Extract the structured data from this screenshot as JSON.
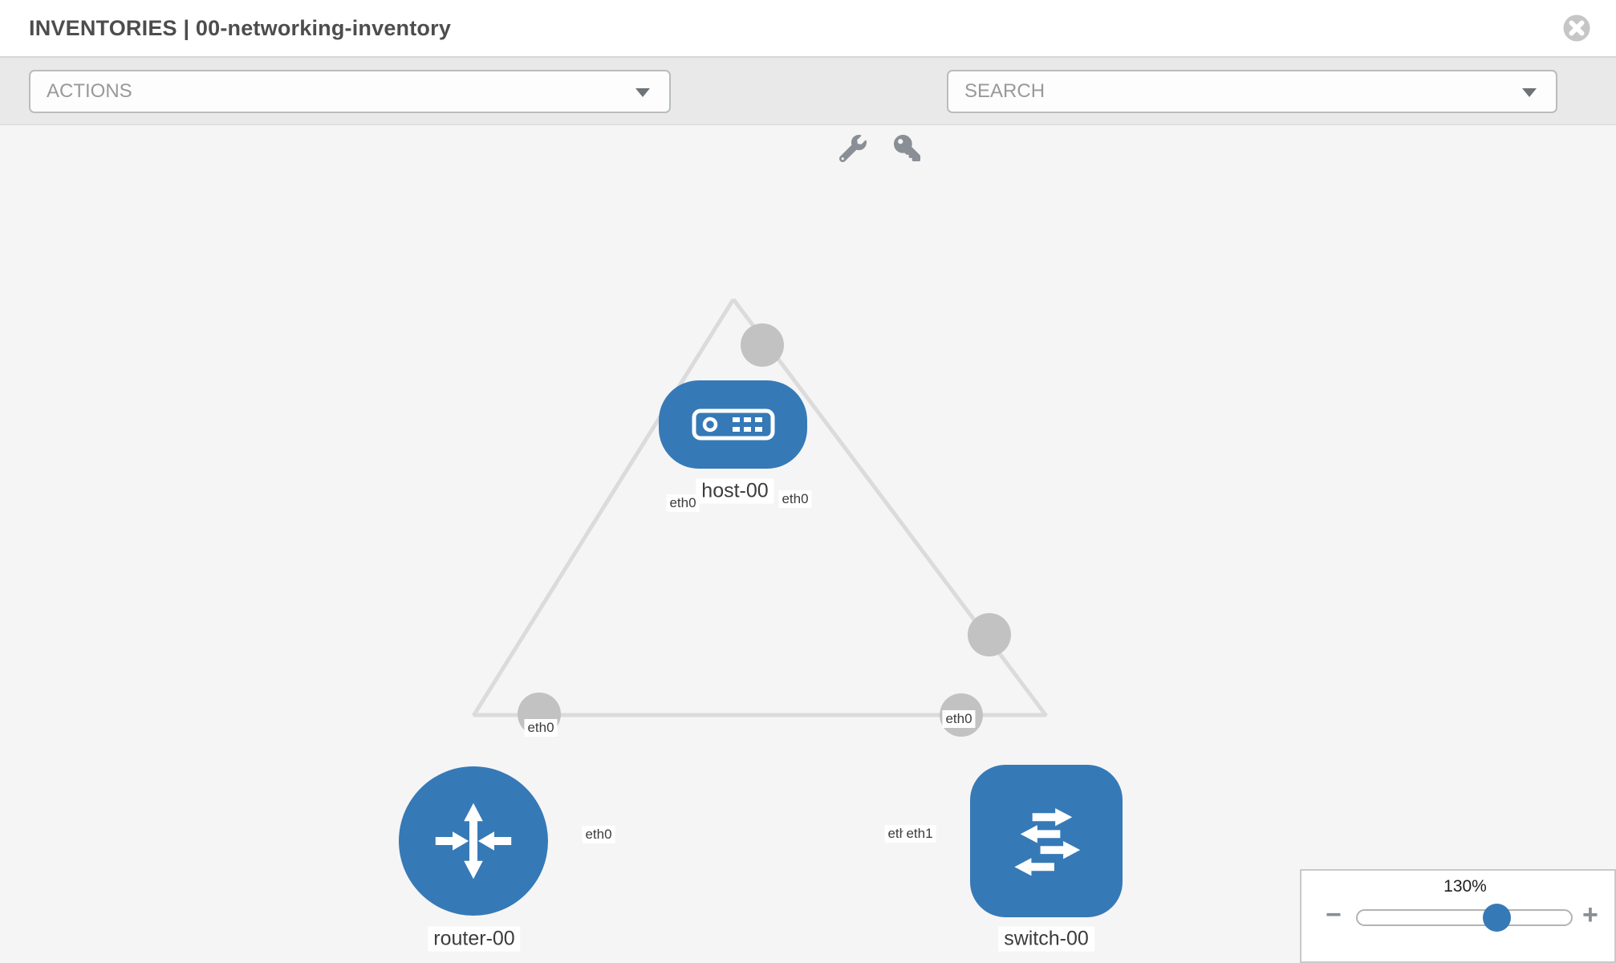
{
  "header": {
    "title": "INVENTORIES | 00-networking-inventory",
    "close_icon": "x-circle"
  },
  "toolbar": {
    "actions_placeholder": "ACTIONS",
    "search_placeholder": "SEARCH",
    "tool_icons": [
      "wrench-icon",
      "key-icon"
    ]
  },
  "topology": {
    "nodes": [
      {
        "id": "host-00",
        "label": "host-00",
        "type": "host",
        "icon": "server-icon"
      },
      {
        "id": "router-00",
        "label": "router-00",
        "type": "router",
        "icon": "router-arrows-icon"
      },
      {
        "id": "switch-00",
        "label": "switch-00",
        "type": "switch",
        "icon": "switch-arrows-icon"
      }
    ],
    "links": [
      {
        "source": "host-00",
        "target": "router-00",
        "source_interface": "eth0",
        "target_interface": "eth0"
      },
      {
        "source": "host-00",
        "target": "switch-00",
        "source_interface": "eth0",
        "target_interface": "eth0"
      },
      {
        "source": "router-00",
        "target": "switch-00",
        "source_interface": "eth0",
        "target_interfaces_overlapping": [
          "eth0",
          "eth1"
        ]
      }
    ],
    "colors": {
      "node_blue": "#3679b7",
      "link_gray": "#dbdbdb",
      "connector_gray": "#c2c2c2",
      "canvas_bg": "#f5f5f5"
    }
  },
  "zoom_control": {
    "level": "130%",
    "minus_label": "−",
    "plus_label": "+"
  }
}
